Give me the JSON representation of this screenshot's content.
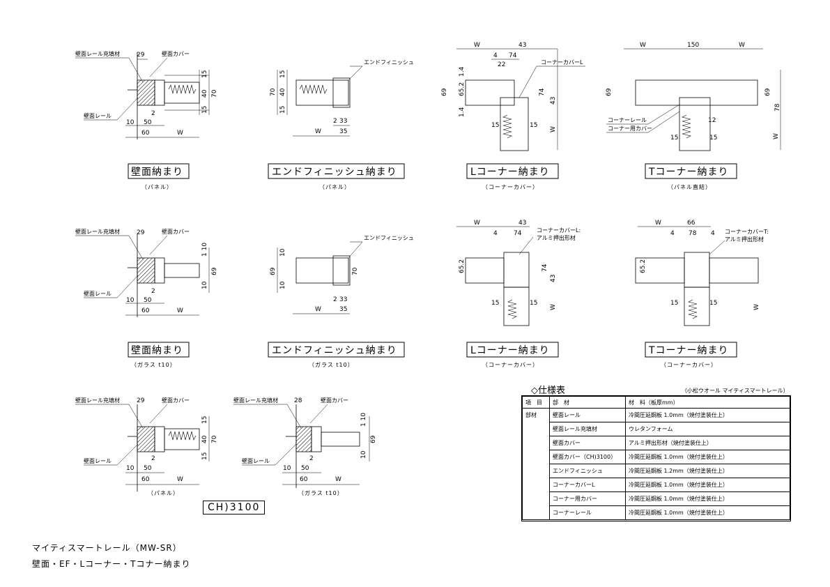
{
  "sheet": {
    "title_line1": "マイティスマートレール（MW-SR）",
    "title_line2": "壁面・EF・Lコーナー・Tコナー納まり",
    "ch_label": "CH)3100"
  },
  "labels": {
    "wall_rail_filler": "壁面レール充填材",
    "wall_cover": "壁面カバー",
    "wall_rail": "壁面レール",
    "end_finish": "エンドフィニッシュ",
    "corner_cover_l": "コーナーカバーL",
    "corner_rail": "コーナーレール",
    "corner_cover": "コーナー用カバー",
    "corner_cover_l_colon": "コーナーカバーL:",
    "corner_cover_t_colon": "コーナーカバーT:",
    "alumi_extrusion": "アルミ押出形材"
  },
  "captions": {
    "row1": [
      {
        "title": "壁面納まり",
        "sub": "（パネル）"
      },
      {
        "title": "エンドフィニッシュ納まり",
        "sub": "（パネル）"
      },
      {
        "title": "Lコーナー納まり",
        "sub": "（コーナーカバー）"
      },
      {
        "title": "Tコーナー納まり",
        "sub": "（パネル直結）"
      }
    ],
    "row2": [
      {
        "title": "壁面納まり",
        "sub": "（ガラス t10）"
      },
      {
        "title": "エンドフィニッシュ納まり",
        "sub": "（ガラス t10）"
      },
      {
        "title": "Lコーナー納まり",
        "sub": "（コーナーカバー）"
      },
      {
        "title": "Tコーナー納まり",
        "sub": "（コーナーカバー）"
      }
    ],
    "row3": [
      {
        "sub": "（パネル）"
      },
      {
        "sub": "（ガラス t10）"
      }
    ]
  },
  "dims": {
    "d29": "29",
    "d2": "2",
    "d10": "10",
    "d50": "50",
    "d60": "60",
    "w": "W",
    "d15": "15",
    "d40": "40",
    "d70": "70",
    "d69": "69",
    "d33": "33",
    "d35": "35",
    "d43": "43",
    "d4": "4",
    "d74": "74",
    "d22": "22",
    "d652": "65.2",
    "d14": "1.4",
    "d150": "150",
    "d78": "78",
    "d12": "12",
    "d66": "66",
    "d110": "1 10",
    "d28": "28"
  },
  "spec": {
    "title": "◇仕様表",
    "subtitle": "（小松ウオール マイティスマートレール）",
    "headers": [
      "項　目",
      "部　材",
      "材　料（板厚mm）"
    ],
    "category": "部材",
    "rows": [
      {
        "part": "壁面レール",
        "material": "冷間圧延鋼板 1.0mm（焼付塗装仕上）"
      },
      {
        "part": "壁面レール充填材",
        "material": "ウレタンフォーム"
      },
      {
        "part": "壁面カバー",
        "material": "アルミ押出形材（焼付塗装仕上）"
      },
      {
        "part": "壁面カバー（CH)3100）",
        "material": "冷間圧延鋼板 1.0mm（焼付塗装仕上）"
      },
      {
        "part": "エンドフィニッシュ",
        "material": "冷間圧延鋼板 1.2mm（焼付塗装仕上）"
      },
      {
        "part": "コーナーカバーL",
        "material": "冷間圧延鋼板 1.0mm（焼付塗装仕上）"
      },
      {
        "part": "コーナー用カバー",
        "material": "冷間圧延鋼板 1.0mm（焼付塗装仕上）"
      },
      {
        "part": "コーナーレール",
        "material": "冷間圧延鋼板 1.0mm（焼付塗装仕上）"
      }
    ]
  }
}
